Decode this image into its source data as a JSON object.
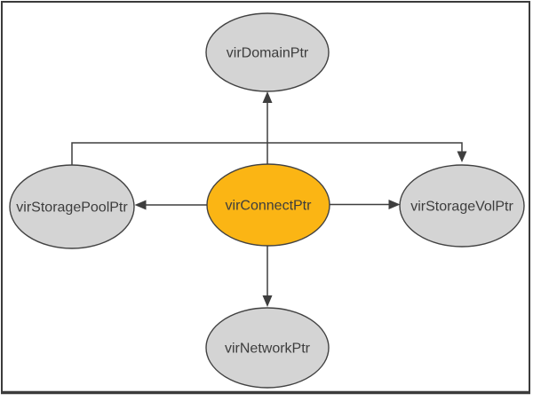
{
  "diagram": {
    "nodes": {
      "domain": {
        "label": "virDomainPtr"
      },
      "storage_pool": {
        "label": "virStoragePoolPtr"
      },
      "connect": {
        "label": "virConnectPtr"
      },
      "storage_vol": {
        "label": "virStorageVolPtr"
      },
      "network": {
        "label": "virNetworkPtr"
      }
    },
    "edges": [
      {
        "from": "virConnectPtr",
        "to": "virDomainPtr"
      },
      {
        "from": "virConnectPtr",
        "to": "virStoragePoolPtr"
      },
      {
        "from": "virConnectPtr",
        "to": "virStorageVolPtr"
      },
      {
        "from": "virConnectPtr",
        "to": "virNetworkPtr"
      },
      {
        "from": "virStoragePoolPtr",
        "to": "virStorageVolPtr"
      }
    ],
    "colors": {
      "node_fill": "#d4d4d4",
      "center_node_fill": "#fbb514",
      "stroke": "#3e3e3e",
      "background": "#ffffff"
    }
  }
}
